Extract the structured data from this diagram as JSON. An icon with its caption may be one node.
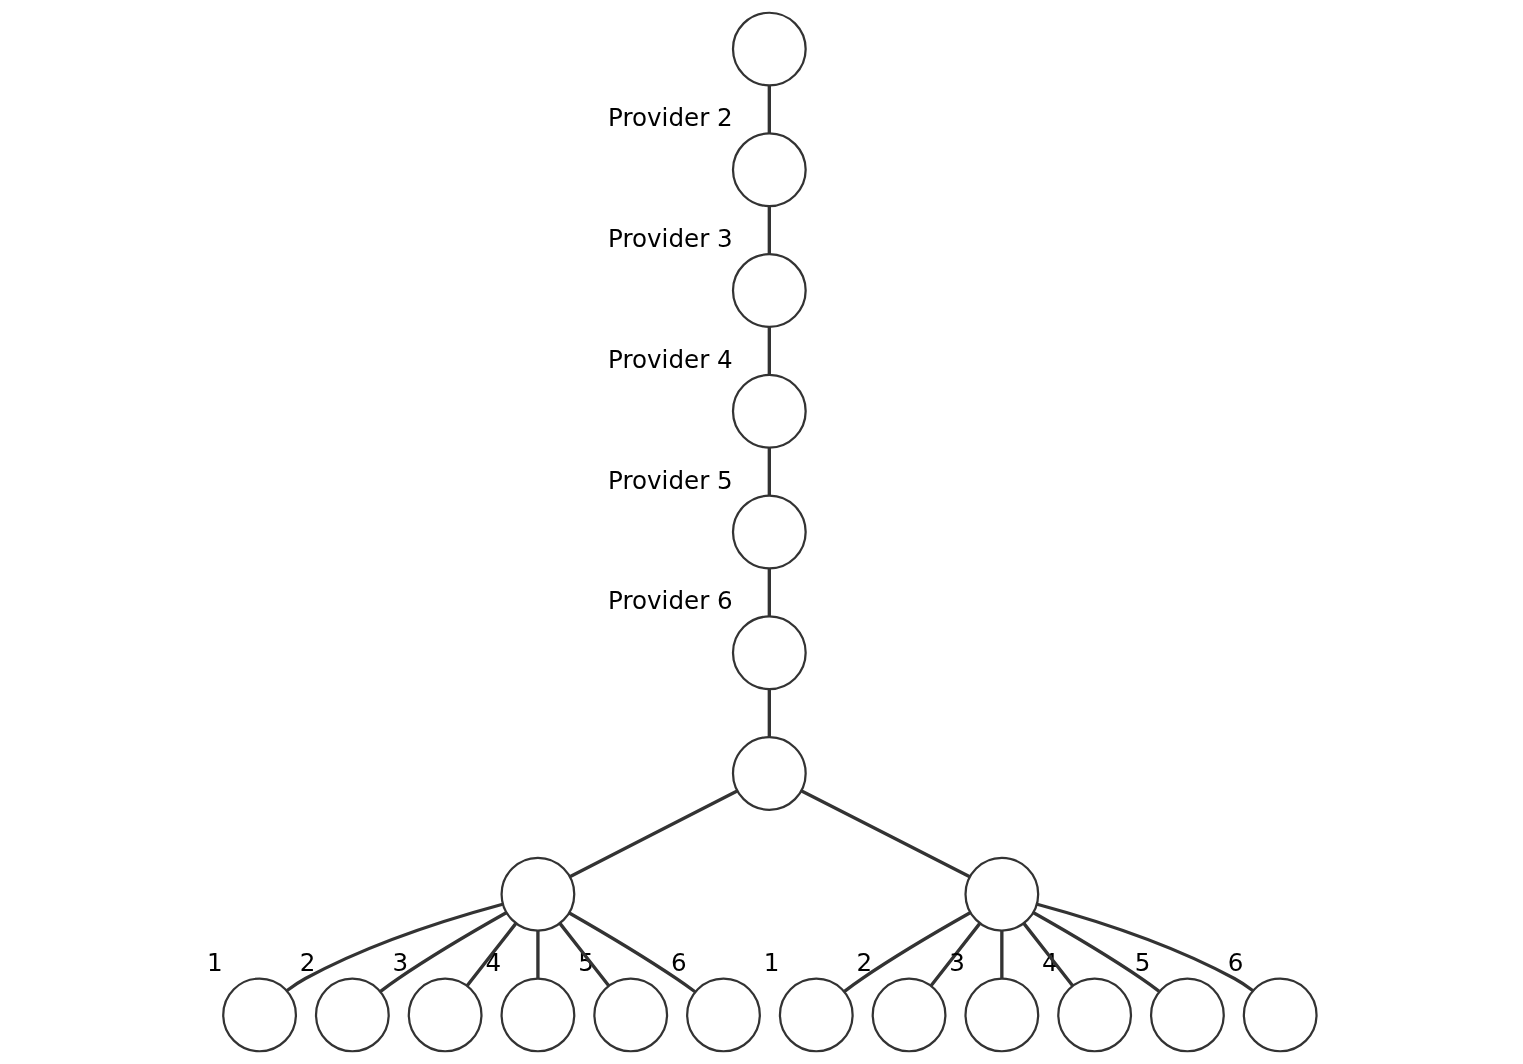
{
  "diagram": {
    "nodes": [
      {
        "text": [],
        "shape": "circle"
      },
      {
        "text": [],
        "shape": "circle",
        "beside": [
          "Provider 2"
        ]
      },
      {
        "text": [],
        "shape": "circle",
        "beside": [
          "Provider 3"
        ]
      },
      {
        "text": [],
        "shape": "circle",
        "beside": [
          "Provider 4"
        ]
      },
      {
        "text": [],
        "shape": "circle",
        "beside": [
          "Provider 5"
        ]
      },
      {
        "text": [],
        "shape": "circle",
        "beside": [
          "Provider 6"
        ]
      },
      {
        "text": [],
        "shape": "circle"
      },
      {
        "text": [],
        "shape": "circle"
      },
      {
        "text": [],
        "shape": "circle"
      },
      {
        "text": [],
        "shape": "circle",
        "beside": [
          "1"
        ]
      },
      {
        "text": [],
        "shape": "circle",
        "beside": [
          "2"
        ]
      },
      {
        "text": [],
        "shape": "circle",
        "beside": [
          "3"
        ]
      },
      {
        "text": [],
        "shape": "circle",
        "beside": [
          "4"
        ]
      },
      {
        "text": [],
        "shape": "circle",
        "beside": [
          "5"
        ]
      },
      {
        "text": [],
        "shape": "circle",
        "beside": [
          "6"
        ]
      },
      {
        "text": [],
        "shape": "circle",
        "beside": [
          "1"
        ]
      },
      {
        "text": [],
        "shape": "circle",
        "beside": [
          "2"
        ]
      },
      {
        "text": [],
        "shape": "circle",
        "beside": [
          "3"
        ]
      },
      {
        "text": [],
        "shape": "circle",
        "beside": [
          "4"
        ]
      },
      {
        "text": [],
        "shape": "circle",
        "beside": [
          "5"
        ]
      },
      {
        "text": [],
        "shape": "circle",
        "beside": [
          "6"
        ]
      }
    ],
    "edges": [
      {
        "from": 0,
        "to": 1,
        "arrow": "none"
      },
      {
        "from": 1,
        "to": 2,
        "arrow": "none"
      },
      {
        "from": 2,
        "to": 3,
        "arrow": "none"
      },
      {
        "from": 3,
        "to": 4,
        "arrow": "none"
      },
      {
        "from": 4,
        "to": 5,
        "arrow": "none"
      },
      {
        "from": 5,
        "to": 6,
        "arrow": "none"
      },
      {
        "from": 6,
        "to": 7,
        "arrow": "none"
      },
      {
        "from": 6,
        "to": 8,
        "arrow": "none"
      },
      {
        "from": 7,
        "to": 9,
        "arrow": "none"
      },
      {
        "from": 7,
        "to": 10,
        "arrow": "none"
      },
      {
        "from": 7,
        "to": 11,
        "arrow": "none"
      },
      {
        "from": 7,
        "to": 12,
        "arrow": "none"
      },
      {
        "from": 7,
        "to": 13,
        "arrow": "none"
      },
      {
        "from": 7,
        "to": 14,
        "arrow": "none"
      },
      {
        "from": 8,
        "to": 15,
        "arrow": "none"
      },
      {
        "from": 8,
        "to": 16,
        "arrow": "none"
      },
      {
        "from": 8,
        "to": 17,
        "arrow": "none"
      },
      {
        "from": 8,
        "to": 18,
        "arrow": "none"
      },
      {
        "from": 8,
        "to": 19,
        "arrow": "none"
      },
      {
        "from": 8,
        "to": 20,
        "arrow": "none"
      }
    ]
  }
}
